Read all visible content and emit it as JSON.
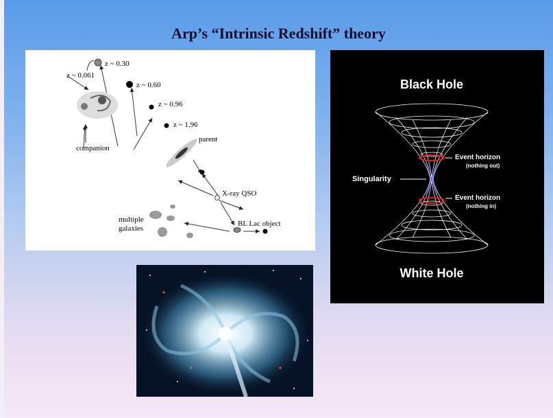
{
  "slide": {
    "title": "Arp’s “Intrinsic Redshift” theory"
  },
  "arp_diagram": {
    "labels": {
      "z030": "z ~ 0.30",
      "z0061": "z ~ 0.061",
      "z060": "z ~ 0.60",
      "z096": "z ~ 0.96",
      "z196": "z ~ 1.96",
      "parent": "parent",
      "companion": "companion",
      "xray": "X-ray QSO",
      "multiple": "multiple",
      "galaxies": "galaxies",
      "bllac": "BL Lac object"
    }
  },
  "black_hole_figure": {
    "top_title": "Black Hole",
    "bottom_title": "White Hole",
    "singularity": "Singularity",
    "event_horizon_top": "Event horizon",
    "event_horizon_top_note": "(nothing out)",
    "event_horizon_bottom": "Event horizon",
    "event_horizon_bottom_note": "(nothing in)",
    "colors": {
      "horizon_ring": "#e0201a",
      "throat": "#4a5bff",
      "grid": "#ffffff"
    }
  },
  "galaxy_image": {
    "colors": {
      "core": "#ffffff",
      "arms": "#6fb4d6",
      "space": "#061226"
    }
  }
}
